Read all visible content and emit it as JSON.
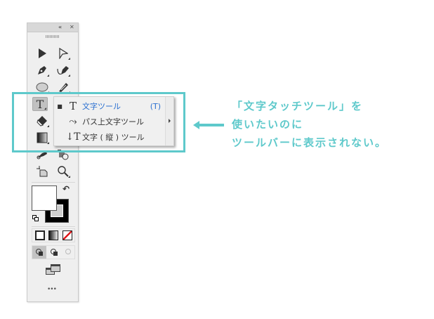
{
  "panel": {
    "header": {
      "collapse_icon": "«",
      "close_icon": "✕"
    },
    "tools": [
      {
        "name": "selection-tool",
        "icon": "arrow-solid"
      },
      {
        "name": "direct-selection-tool",
        "icon": "arrow-hollow"
      },
      {
        "name": "pen-tool",
        "icon": "pen"
      },
      {
        "name": "curvature-tool",
        "icon": "curvature-pen"
      },
      {
        "name": "ellipse-tool",
        "icon": "ellipse"
      },
      {
        "name": "paintbrush-tool",
        "icon": "brush"
      },
      {
        "name": "type-tool",
        "icon": "T",
        "selected": true
      },
      {
        "name": "eraser-tool",
        "icon": "eraser"
      },
      {
        "name": "gradient-tool",
        "icon": "gradient"
      },
      {
        "name": "eyedropper-tool",
        "icon": "eyedropper"
      },
      {
        "name": "shape-builder-tool",
        "icon": "shape-builder"
      },
      {
        "name": "artboard-tool",
        "icon": "artboard"
      },
      {
        "name": "zoom-tool",
        "icon": "magnifier"
      }
    ],
    "color": {
      "fill": "#ffffff",
      "stroke": "#000000",
      "swap_icon": "↶",
      "default_icon": "⧉"
    },
    "color_modes": [
      "color",
      "gradient",
      "none"
    ],
    "draw_modes": [
      "draw-normal",
      "draw-behind",
      "draw-inside"
    ],
    "screen_mode_icon": "screen-mode",
    "more_icon": "•••"
  },
  "flyout": {
    "items": [
      {
        "bullet": "■",
        "icon": "T",
        "label": "文字ツール",
        "shortcut": "(T)",
        "active": true
      },
      {
        "bullet": "",
        "icon": "⤳",
        "label": "パス上文字ツール",
        "shortcut": ""
      },
      {
        "bullet": "",
        "icon": "↓T",
        "label": "文字 ( 縦 ) ツール",
        "shortcut": ""
      }
    ]
  },
  "annotation": {
    "color": "#5ec9cb",
    "lines": [
      "「文字タッチツール」を",
      "使いたいのに",
      "ツールバーに表示されない。"
    ]
  }
}
